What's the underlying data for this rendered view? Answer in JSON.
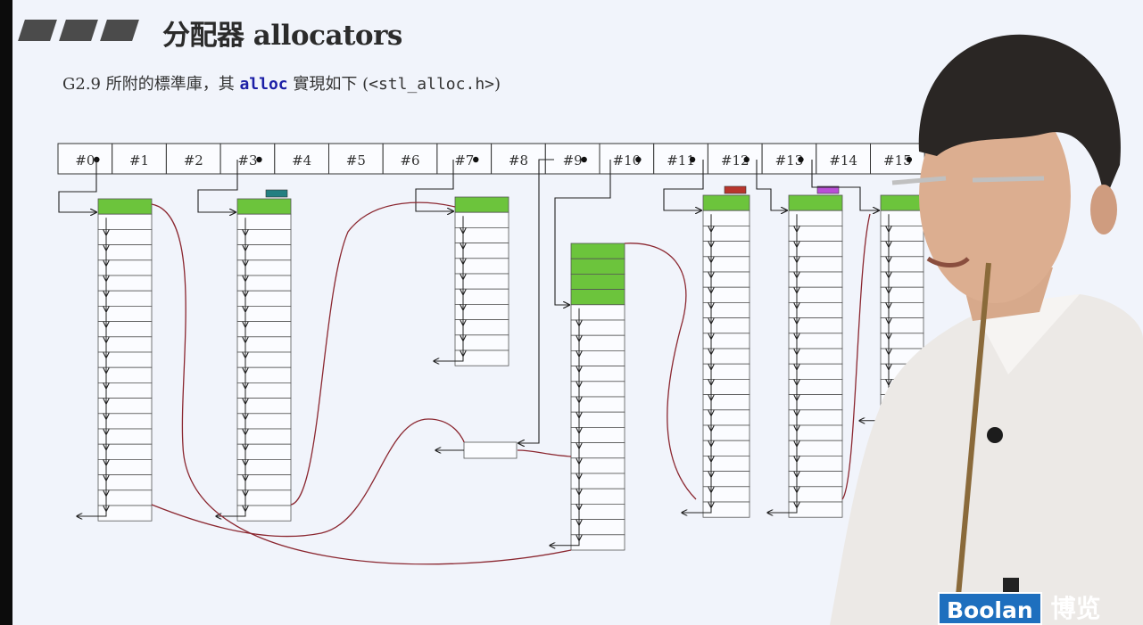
{
  "header": {
    "title": "分配器 allocators",
    "subtitle_prefix": "G2.9 所附的標準庫，其 ",
    "subtitle_keyword": "alloc",
    "subtitle_middle": " 實現如下 (",
    "subtitle_code": "<stl_alloc.h>",
    "subtitle_suffix": ")"
  },
  "free_list": {
    "slots": [
      "#0",
      "#1",
      "#2",
      "#3",
      "#4",
      "#5",
      "#6",
      "#7",
      "#8",
      "#9",
      "#10",
      "#11",
      "#12",
      "#13",
      "#14",
      "#15"
    ],
    "linked_slots": [
      0,
      3,
      7,
      9,
      10,
      11,
      12,
      13,
      15
    ]
  },
  "colors": {
    "allocated": "#6cc43c",
    "tag_teal": "#237f81",
    "tag_red": "#b8352d",
    "tag_magenta": "#b84fd6",
    "chain_line": "#8b2730",
    "pointer": "#222222"
  },
  "logo": {
    "en": "Boolan",
    "zh": "博览"
  }
}
